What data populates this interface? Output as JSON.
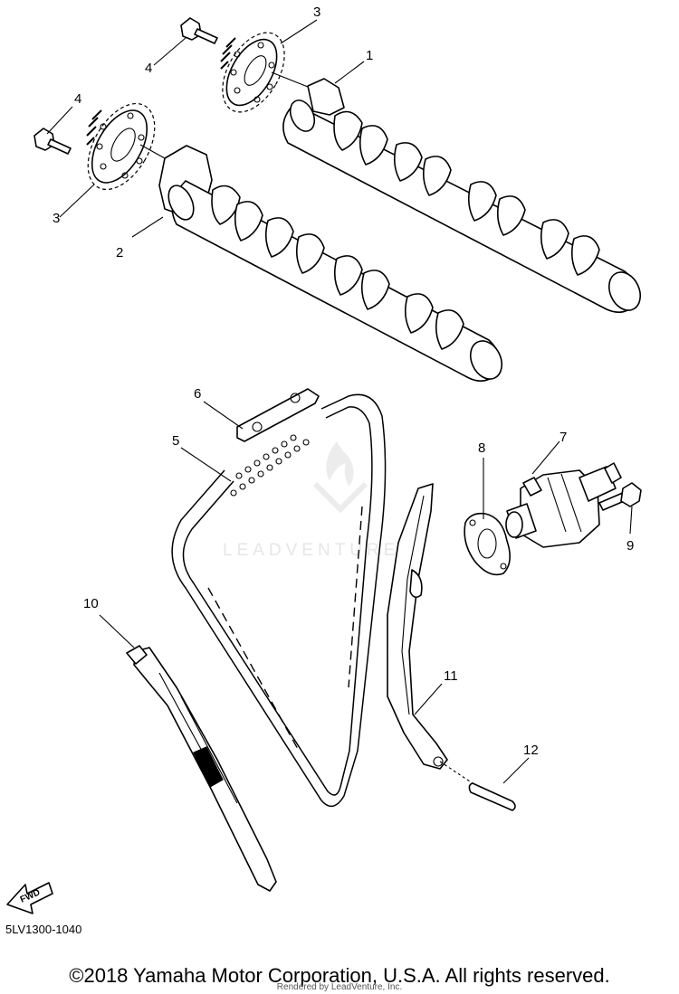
{
  "callouts": {
    "c1": "1",
    "c2": "2",
    "c3a": "3",
    "c3b": "3",
    "c4a": "4",
    "c4b": "4",
    "c5": "5",
    "c6": "6",
    "c7": "7",
    "c8": "8",
    "c9": "9",
    "c10": "10",
    "c11": "11",
    "c12": "12"
  },
  "fwd_label": "FWD",
  "watermark": "LEADVENTURE",
  "diagram_code": "5LV1300-1040",
  "copyright": "©2018 Yamaha Motor Corporation, U.S.A. All rights reserved.",
  "rendered_by": "Rendered by LeadVenture, Inc."
}
